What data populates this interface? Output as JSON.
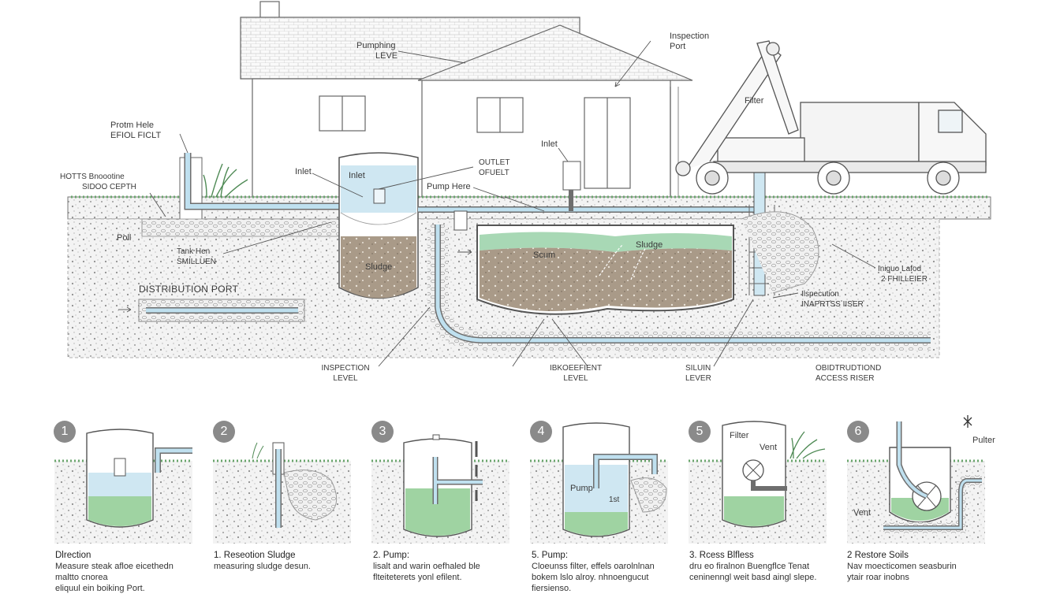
{
  "colors": {
    "water": "#bfe0ef",
    "water_dark": "#8cc6e0",
    "pipe": "#9fd0e6",
    "sludge_green": "#9fd3a2",
    "sludge_brown": "#a08f7e",
    "soil": "#efefef",
    "grass": "#6aa56c",
    "line": "#555555",
    "step_badge": "#8a8a8a"
  },
  "main_labels": {
    "pumphing_level": [
      "Pumphing",
      "LEVE"
    ],
    "inspection_port": [
      "Inspection",
      "Port"
    ],
    "filter": "Filter",
    "protm_hele": [
      "Protm Hele",
      "EFIOL FICLT"
    ],
    "hotts": [
      "HOTTS Bnoootine",
      "SIDOO CEPTH"
    ],
    "inlet_left": "Inlet",
    "inlet_tank": "Inlet",
    "outlet": [
      "OUTLET",
      "OFUELT"
    ],
    "inlet_right": "Inlet",
    "pump_here": "Pump Here",
    "poll": "Poll",
    "tank_hen": [
      "Tank Hen",
      "SMILLUEN"
    ],
    "sludge_small": "Sludge",
    "scum": "Scum",
    "sludge_big": "Sludge",
    "distribution_port": "DISTRIBUTION PORT",
    "liquid_level": [
      "Iniguo Lafod",
      "2 FHILLEIER"
    ],
    "inspection_riser": [
      "Ilspecution",
      "INAPRTSS IISER"
    ],
    "inspection_level": [
      "INSPECTION",
      "LEVEL"
    ],
    "ibkoeefient": [
      "IBKOEEFIENT",
      "LEVEL"
    ],
    "silun_lever": [
      "SILUIN",
      "LEVER"
    ],
    "distribution_access": [
      "OBIDTRUDTIOND",
      "ACCESS RISER"
    ]
  },
  "steps": [
    {
      "num": "1",
      "title": "Dlrection",
      "lines": [
        "Measure steak afloe eicethedn",
        "maltto cnorea",
        "eliquul ein boiking Port."
      ]
    },
    {
      "num": "2",
      "title": "1. Reseotion Sludge",
      "lines": [
        "measuring sludge desun."
      ]
    },
    {
      "num": "3",
      "title": "2. Pump:",
      "lines": [
        "lisalt and warin oefhaled ble",
        "flteiteterets yonl efilent."
      ]
    },
    {
      "num": "4",
      "title": "5. Pump:",
      "lines": [
        "Cloeunss filter, effels oarolnlnan",
        "bokem lslo alroy. nhnoengucut",
        "fiersienso."
      ]
    },
    {
      "num": "5",
      "title": "3. Rcess Blfless",
      "lines": [
        "dru eo firalnon Buengflce Tenat",
        "ceninenngl weit basd aingl slepe."
      ]
    },
    {
      "num": "6",
      "title": "2 Restore Soils",
      "lines": [
        "Nav moecticomen seasburin",
        "ytair roar inobns"
      ]
    }
  ],
  "step_labels": {
    "pump4": "Pump",
    "filter5": "Filter",
    "vent5": "Vent",
    "vent6": "Vent",
    "pulter6": "Pulter",
    "tank4_side": "1st"
  }
}
